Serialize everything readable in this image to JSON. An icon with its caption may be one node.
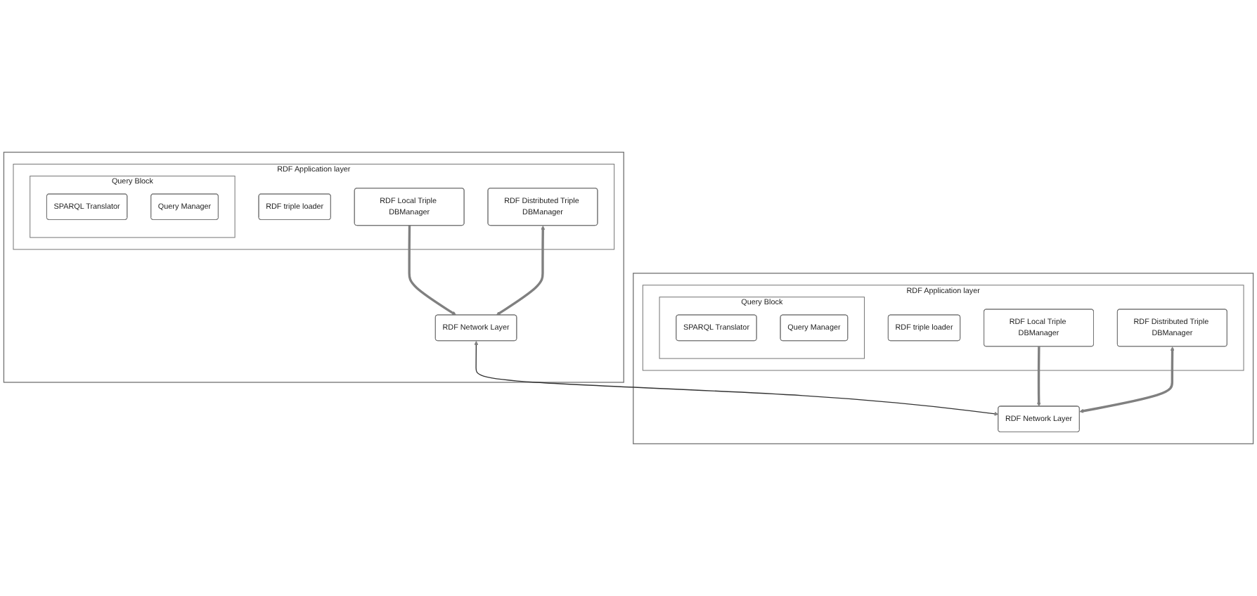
{
  "diagram": {
    "nodes": [
      {
        "text": [],
        "shape": "box"
      },
      {
        "text": [
          "RDF Application layer"
        ],
        "in": 0
      },
      {
        "text": [
          "RDF triple loader"
        ],
        "in": 1
      },
      {
        "text": [
          "Query Block"
        ],
        "in": 1
      },
      {
        "text": [
          "SPARQL Translator"
        ],
        "in": 3
      },
      {
        "text": [
          "Query Manager"
        ],
        "in": 3
      },
      {
        "text": [
          "RDF Local Triple DBManager"
        ],
        "in": 1
      },
      {
        "text": [
          "RDF Distributed Triple DBManager"
        ],
        "in": 1
      },
      {
        "text": [
          "RDF Network Layer"
        ],
        "in": 0
      },
      {
        "text": [],
        "shape": "box"
      },
      {
        "text": [
          "RDF Application layer"
        ],
        "in": 9
      },
      {
        "text": [
          "RDF triple loader"
        ],
        "in": 10
      },
      {
        "text": [
          "Query Block"
        ],
        "in": 10
      },
      {
        "text": [
          "SPARQL Translator"
        ],
        "in": 12
      },
      {
        "text": [
          "Query Manager"
        ],
        "in": 12
      },
      {
        "text": [
          "RDF Local Triple DBManager"
        ],
        "in": 10
      },
      {
        "text": [
          "RDF Distributed Triple DBManager"
        ],
        "in": 10
      },
      {
        "text": [
          "RDF Network Layer"
        ],
        "in": 9
      }
    ],
    "edges": [
      {
        "from": 6,
        "to": 8,
        "arrow": "to"
      },
      {
        "from": 7,
        "to": 8,
        "arrow": "both"
      },
      {
        "from": 8,
        "to": 17,
        "arrow": "both",
        "color": "#333333"
      },
      {
        "from": 15,
        "to": 17,
        "arrow": "to"
      },
      {
        "from": 16,
        "to": 17,
        "arrow": "both"
      }
    ]
  }
}
